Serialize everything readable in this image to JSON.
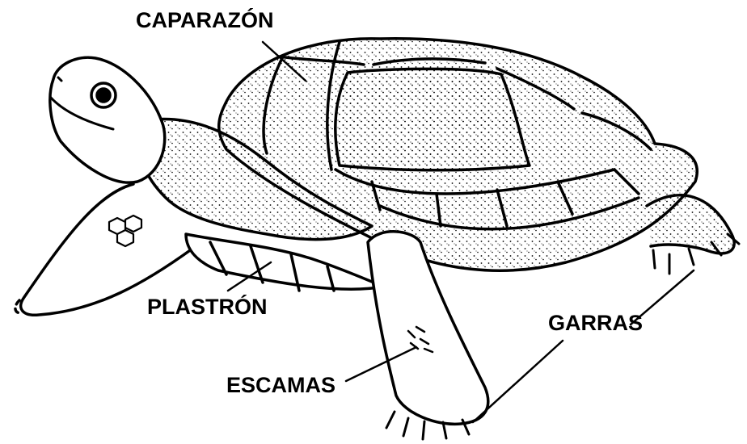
{
  "diagram": {
    "labels": {
      "caparazon": "CAPARAZÓN",
      "plastron": "PLASTRÓN",
      "escamas": "ESCAMAS",
      "garras": "GARRAS"
    },
    "colors": {
      "ink": "#000000",
      "background": "#ffffff"
    }
  }
}
